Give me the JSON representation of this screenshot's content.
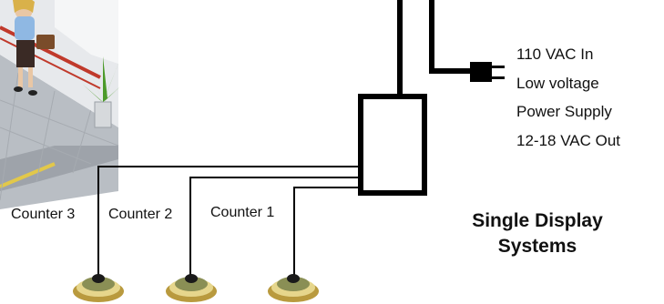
{
  "power_supply": {
    "lines": [
      "110 VAC In",
      "Low voltage",
      "Power Supply",
      "12-18 VAC Out"
    ]
  },
  "counters": [
    {
      "label": "Counter 3"
    },
    {
      "label": "Counter 2"
    },
    {
      "label": "Counter 1"
    }
  ],
  "title": {
    "line1": "Single Display",
    "line2": "Systems"
  },
  "colors": {
    "wire": "#000000",
    "accent_red": "#c0392b",
    "floor": "#b9bec4",
    "bell_brass": "#c9b15a"
  },
  "icons": [
    "person-illustration",
    "potted-plant",
    "plug-icon",
    "power-supply-box",
    "counter-button-icon"
  ]
}
